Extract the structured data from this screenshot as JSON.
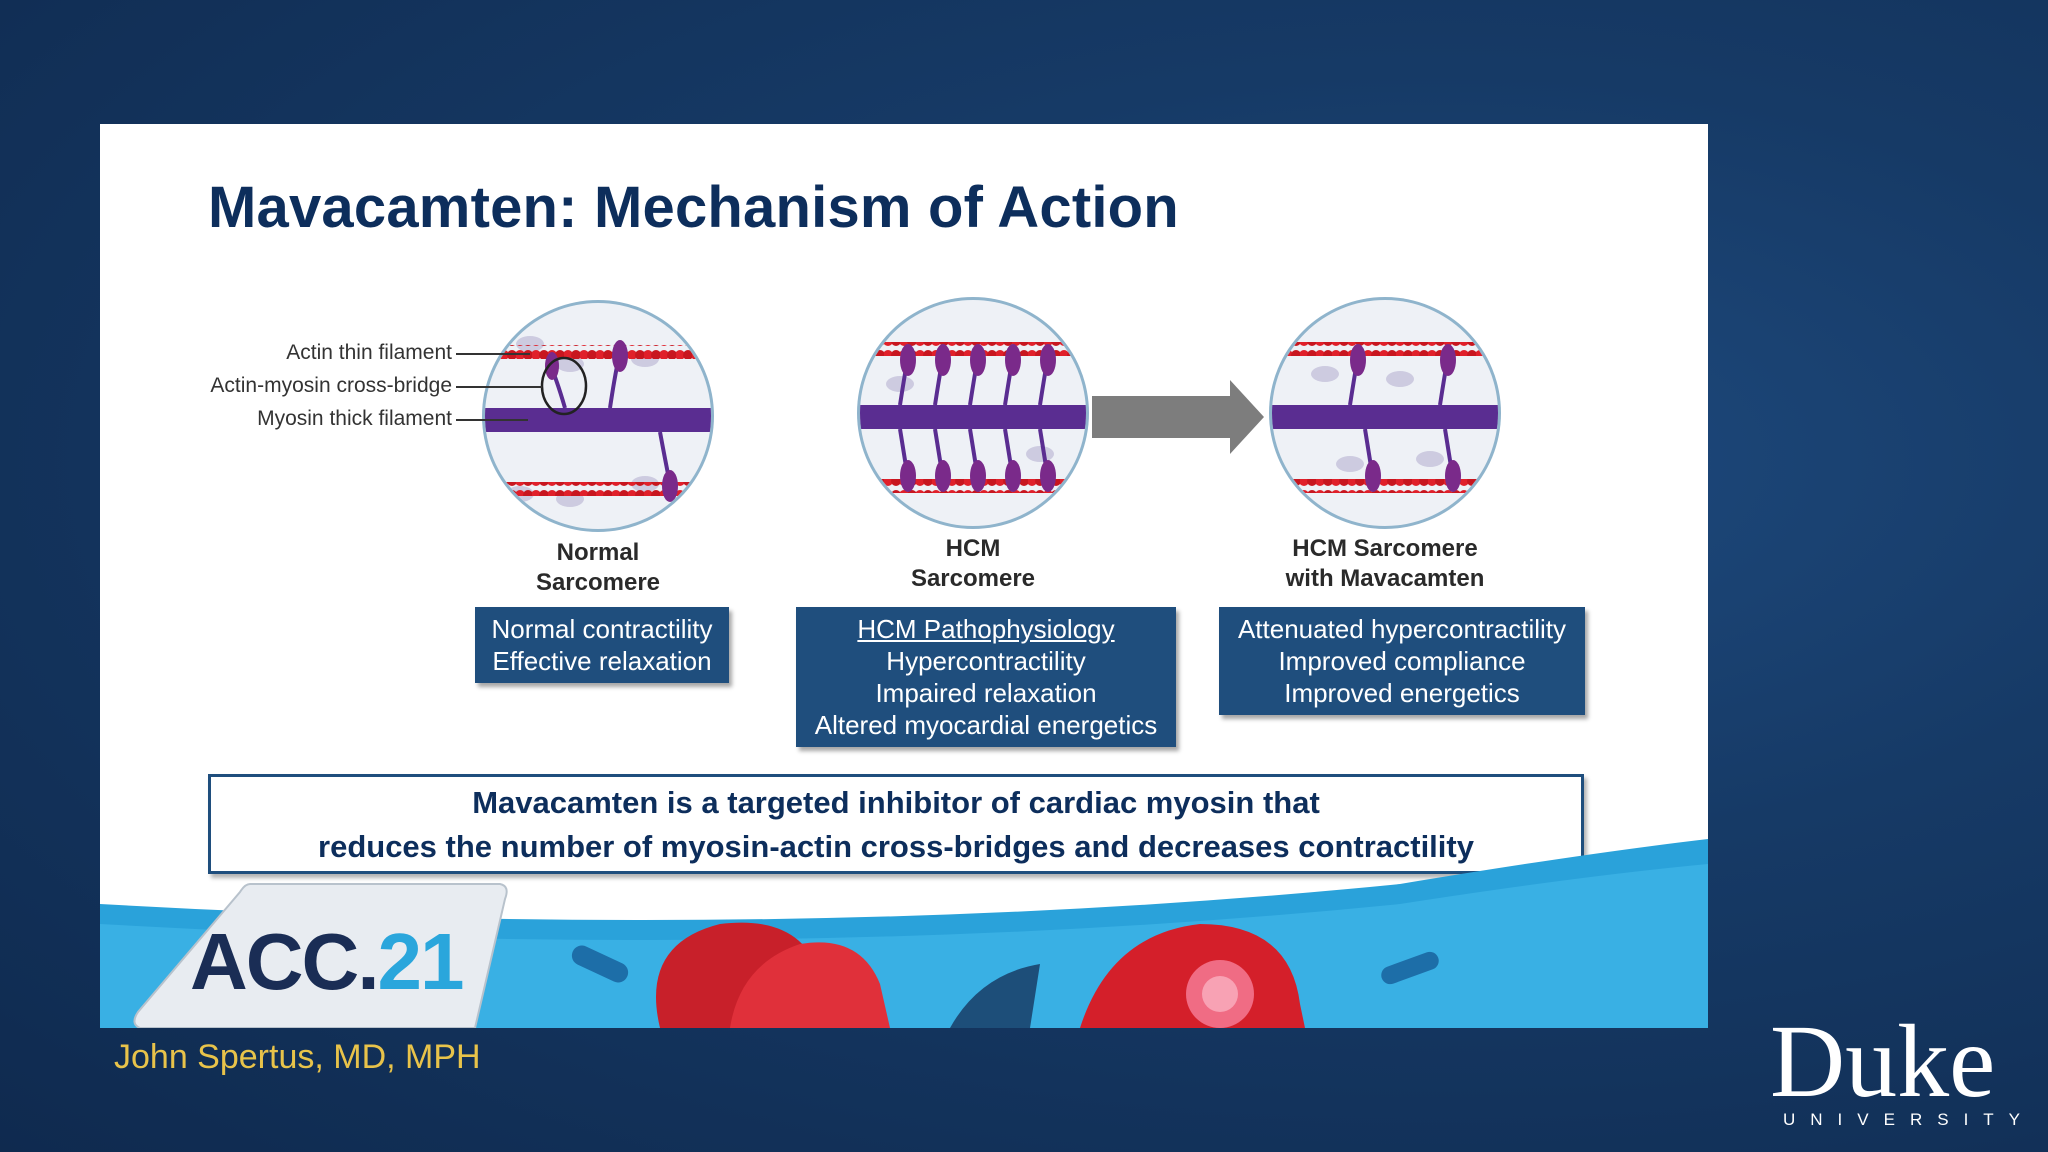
{
  "slide": {
    "title": "Mavacamten: Mechanism of Action"
  },
  "diagram": {
    "filament_labels": [
      "Actin thin filament",
      "Actin-myosin cross-bridge",
      "Myosin thick filament"
    ],
    "arrow_label": "Mavacamten",
    "panels": [
      {
        "title_lines": [
          "Normal",
          "Sarcomere"
        ],
        "box_lines": [
          "Normal contractility",
          "Effective relaxation"
        ]
      },
      {
        "title_lines": [
          "HCM",
          "Sarcomere"
        ],
        "box_heading": "HCM Pathophysiology",
        "box_lines": [
          "Hypercontractility",
          "Impaired relaxation",
          "Altered myocardial energetics"
        ]
      },
      {
        "title_lines": [
          "HCM Sarcomere",
          "with Mavacamten"
        ],
        "box_lines": [
          "Attenuated hypercontractility",
          "Improved compliance",
          "Improved energetics"
        ]
      }
    ],
    "colors": {
      "actin": "#e0202a",
      "myosin": "#5a2d91",
      "box": "#1f4e7d"
    }
  },
  "summary": {
    "lines": [
      "Mavacamten is a targeted inhibitor of cardiac myosin that",
      "reduces the number of myosin-actin cross-bridges and decreases contractility"
    ]
  },
  "footer": {
    "logo_text": "ACC.",
    "logo_number": "21",
    "presenter": "John Spertus, MD, MPH",
    "institution": "Duke",
    "institution_sub": "UNIVERSITY"
  }
}
